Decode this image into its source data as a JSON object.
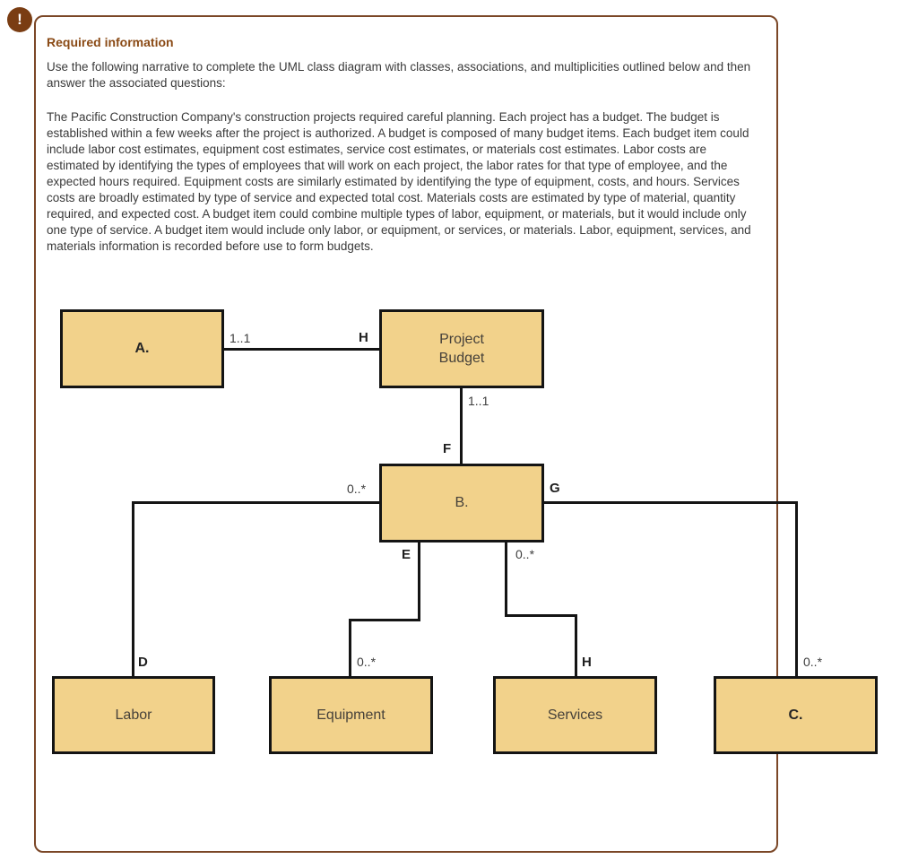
{
  "card": {
    "alert_glyph": "!",
    "heading": "Required information",
    "intro": "Use the following narrative to complete the UML class diagram with classes, associations, and multiplicities outlined below and then answer the associated questions:",
    "narrative": "The Pacific Construction Company's construction projects required careful planning. Each project has a budget. The budget is established within a few weeks after the project is authorized. A budget is composed of many budget items. Each budget item could include labor cost estimates, equipment cost estimates, service cost estimates, or materials cost estimates. Labor costs are estimated by identifying the types of employees that will work on each project, the labor rates for that type of employee, and the expected hours required. Equipment costs are similarly estimated by identifying the type of equipment, costs, and hours. Services costs are broadly estimated by type of service and expected total cost. Materials costs are estimated by type of material, quantity required, and expected cost. A budget item could combine multiple types of labor, equipment, or materials, but it would include only one type of service. A budget item would include only labor, or equipment, or services, or materials. Labor, equipment, services, and materials information is recorded before use to form budgets."
  },
  "diagram": {
    "boxes": {
      "a": "A.",
      "project_budget": "Project Budget",
      "b": "B.",
      "labor": "Labor",
      "equipment": "Equipment",
      "services": "Services",
      "c": "C."
    },
    "labels": {
      "a_pb_mult": "1..1",
      "a_pb_letter": "H",
      "pb_b_mult": "1..1",
      "pb_b_letter": "F",
      "b_left_mult": "0..*",
      "b_right_letter": "G",
      "b_bottom_left_letter": "E",
      "b_bottom_right_mult": "0..*",
      "labor_letter": "D",
      "equipment_mult": "0..*",
      "services_letter": "H",
      "c_mult": "0..*"
    }
  },
  "colors": {
    "box_fill": "#F2D28B",
    "box_border": "#141414",
    "line_color": "#141414",
    "card_border": "#7B4727",
    "accent_brown": "#8A4A15",
    "icon_bg": "#7A3D13",
    "body_text": "#3A3A3A"
  }
}
